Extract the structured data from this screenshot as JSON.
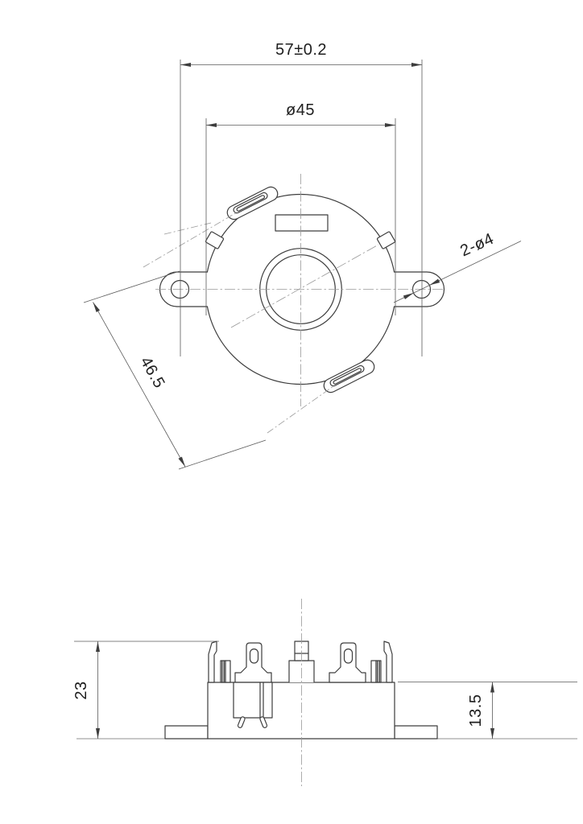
{
  "drawing": {
    "type": "engineering-drawing",
    "component": "round motor body with mounting ears, clips and terminals",
    "colors": {
      "background": "#ffffff",
      "outline": "#3d3d3d",
      "thin_line": "#6b6b6b",
      "centerline": "#999999",
      "text": "#1f1f1f"
    },
    "views": {
      "front_view": "top circular view",
      "side_view": "bottom profile view"
    },
    "dimensions": {
      "overall_width": "57±0.2",
      "body_diameter": "ø45",
      "mounting_holes": "2-ø4",
      "clip_span": "46.5",
      "overall_height": "23",
      "body_height": "13.5"
    }
  }
}
